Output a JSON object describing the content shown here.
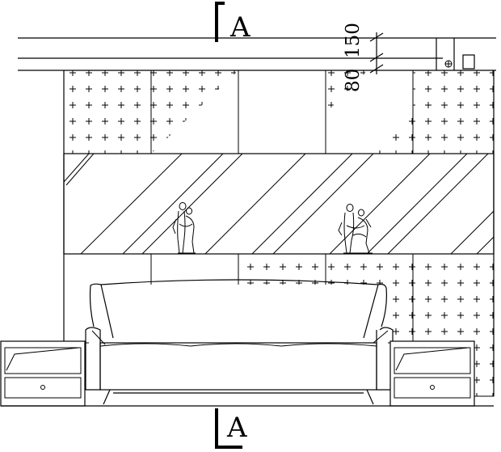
{
  "section_marks": {
    "top": "A",
    "bottom": "A"
  },
  "dimensions": {
    "upper": "150",
    "lower": "80"
  },
  "figurines": [
    "dancing-couple-figurine",
    "dancing-couple-figurine"
  ]
}
